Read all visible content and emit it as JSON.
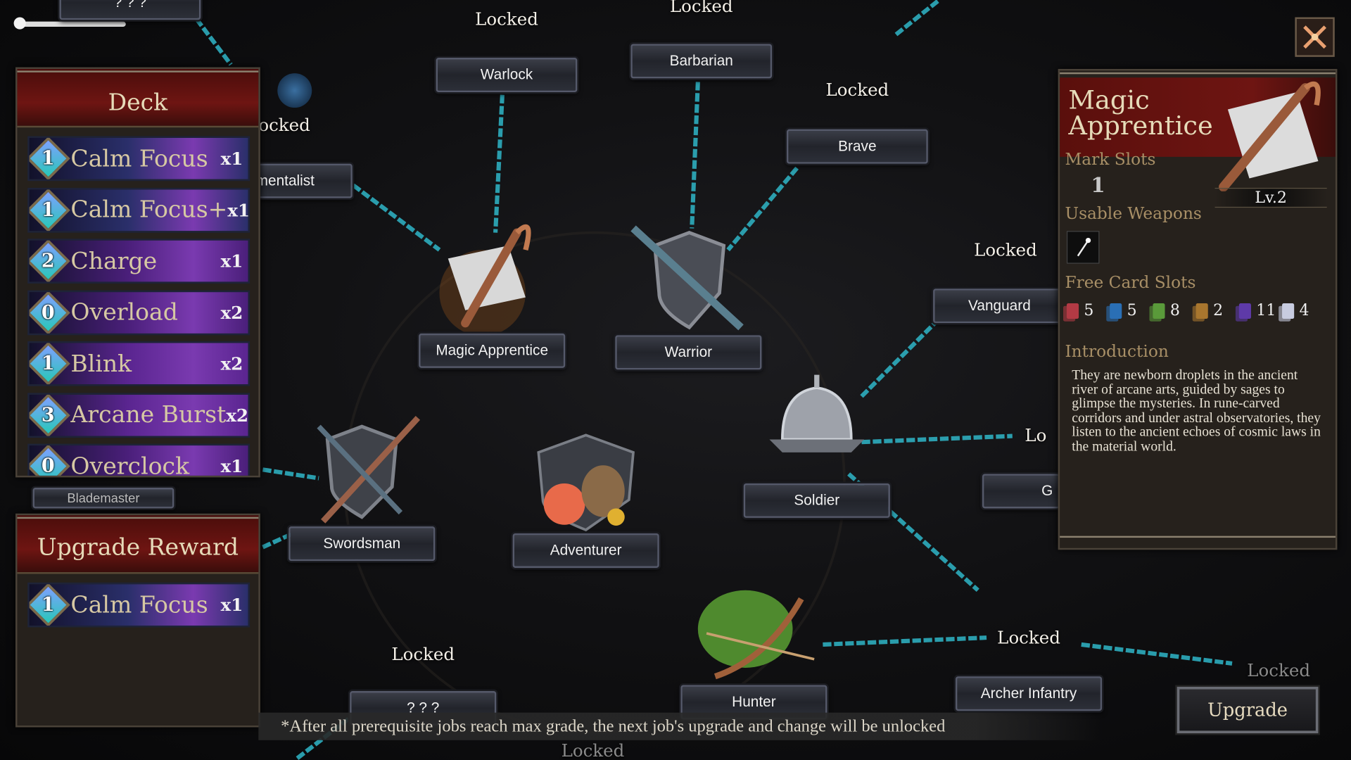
{
  "zoom_slider": {
    "value": 0.0
  },
  "top_partial_node": "? ? ?",
  "close_button": {
    "icon": "crossed-swords-close-icon",
    "accent": "#c2744a"
  },
  "deck": {
    "title": "Deck",
    "cards": [
      {
        "cost": "1",
        "name": "Calm Focus",
        "count": "x1",
        "color": "#2a2f6a"
      },
      {
        "cost": "1",
        "name": "Calm Focus+",
        "count": "x1",
        "color": "#2a2f6a"
      },
      {
        "cost": "2",
        "name": "Charge",
        "count": "x1",
        "color": "#4a1f7a"
      },
      {
        "cost": "0",
        "name": "Overload",
        "count": "x2",
        "color": "#4a1f7a"
      },
      {
        "cost": "1",
        "name": "Blink",
        "count": "x2",
        "color": "#5a2590"
      },
      {
        "cost": "3",
        "name": "Arcane Burst",
        "count": "x2",
        "color": "#5a2590"
      },
      {
        "cost": "0",
        "name": "Overclock",
        "count": "x1",
        "color": "#4a1f7a"
      }
    ]
  },
  "upgrade_reward": {
    "title": "Upgrade Reward",
    "cards": [
      {
        "cost": "1",
        "name": "Calm Focus",
        "count": "x1",
        "color": "#2a2f6a"
      }
    ]
  },
  "tree": {
    "nodes": {
      "warlock": {
        "label": "Warlock",
        "status": "Locked"
      },
      "barbarian": {
        "label": "Barbarian",
        "status": "Locked"
      },
      "brave": {
        "label": "Brave",
        "status": "Locked"
      },
      "elementalist": {
        "label": "mentalist",
        "status": "ocked"
      },
      "bladesmaster": {
        "label": "Blademaster"
      },
      "magic_apprentice": {
        "label": "Magic Apprentice"
      },
      "warrior": {
        "label": "Warrior"
      },
      "vanguard": {
        "label": "Vanguard",
        "status": "Locked"
      },
      "soldier": {
        "label": "Soldier"
      },
      "guard": {
        "label": "G",
        "status": "Lo"
      },
      "swordsman": {
        "label": "Swordsman"
      },
      "adventurer": {
        "label": "Adventurer"
      },
      "unknown": {
        "label": "? ? ?",
        "status": "Locked"
      },
      "hunter": {
        "label": "Hunter"
      },
      "archer_infantry": {
        "label": "Archer Infantry",
        "status": "Locked"
      },
      "right_locked": {
        "status": "Locked"
      },
      "bottom_locked": {
        "status": "Locked"
      }
    },
    "link_color": "#2fb6c8"
  },
  "detail": {
    "title_line1": "Magic",
    "title_line2": "Apprentice",
    "level": "Lv.2",
    "mark_slots_label": "Mark Slots",
    "mark_slots_value": "1",
    "usable_weapons_label": "Usable Weapons",
    "weapon_icon": "wand-icon",
    "free_card_slots_label": "Free Card Slots",
    "card_slots": [
      {
        "color": "#b23a44",
        "value": "5"
      },
      {
        "color": "#2a6fb5",
        "value": "5"
      },
      {
        "color": "#5a9a3a",
        "value": "8"
      },
      {
        "color": "#a8762e",
        "value": "2"
      },
      {
        "color": "#5e3aa8",
        "value": "11"
      },
      {
        "color": "#c8cce0",
        "value": "4"
      }
    ],
    "introduction_label": "Introduction",
    "introduction": "They are newborn droplets in the ancient river of arcane arts, guided by sages to glimpse the mysteries. In rune-carved corridors and under astral observatories, they listen to the ancient echoes of cosmic laws in the material world."
  },
  "upgrade_button": "Upgrade",
  "footer_note": "*After all prerequisite jobs reach max grade, the next job's upgrade and change will be unlocked"
}
